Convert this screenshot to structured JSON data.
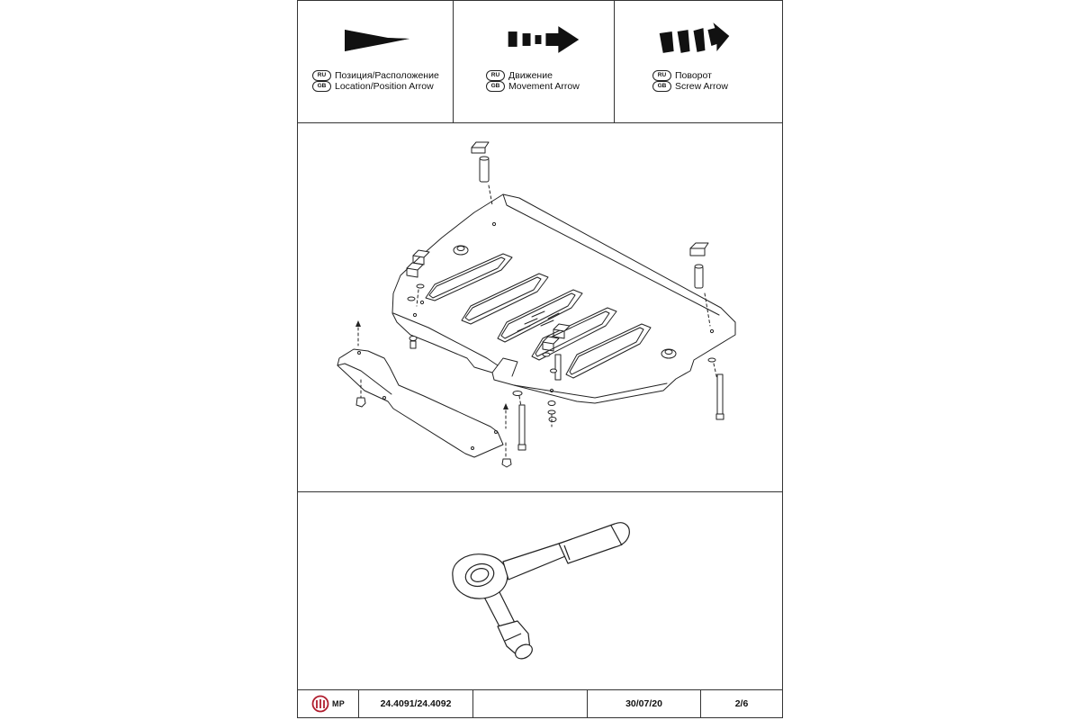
{
  "legend": [
    {
      "ru_badge": "RU",
      "ru_text": "Позиция/Расположение",
      "gb_badge": "GB",
      "gb_text": "Location/Position Arrow",
      "icon": "location-arrow-icon"
    },
    {
      "ru_badge": "RU",
      "ru_text": "Движение",
      "gb_badge": "GB",
      "gb_text": "Movement Arrow",
      "icon": "movement-arrow-icon"
    },
    {
      "ru_badge": "RU",
      "ru_text": "Поворот",
      "gb_badge": "GB",
      "gb_text": "Screw Arrow",
      "icon": "screw-arrow-icon"
    }
  ],
  "footer": {
    "brand": "MP",
    "brand_logo_icon": "mp-logo-icon",
    "part_number": "24.4091/24.4092",
    "blank": "",
    "date": "30/07/20",
    "page": "2/6"
  },
  "illustrations": {
    "diagram_icon": "skid-plate-exploded-diagram",
    "tool_icon": "ratchet-wrench-with-socket-icon"
  },
  "colors": {
    "line": "#222222",
    "fill": "#ffffff",
    "ink": "#111111"
  }
}
